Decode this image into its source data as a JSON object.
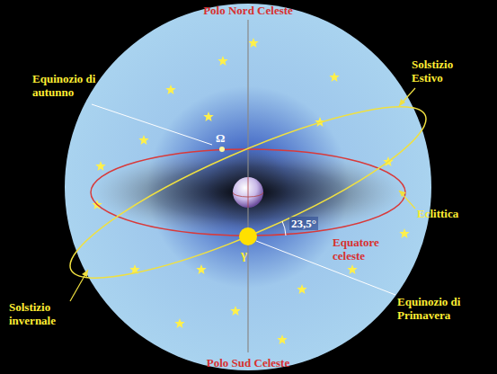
{
  "diagram": {
    "labels": [
      "Polo Nord Celeste",
      "Equinozio di autunno",
      "Solstizio Estivo",
      "Ω",
      "Eclittica",
      "23,5°",
      "Equatore celeste",
      "Solstizio invernale",
      "γ",
      "Equinozio di Primavera",
      "Polo Sud Celeste"
    ]
  }
}
